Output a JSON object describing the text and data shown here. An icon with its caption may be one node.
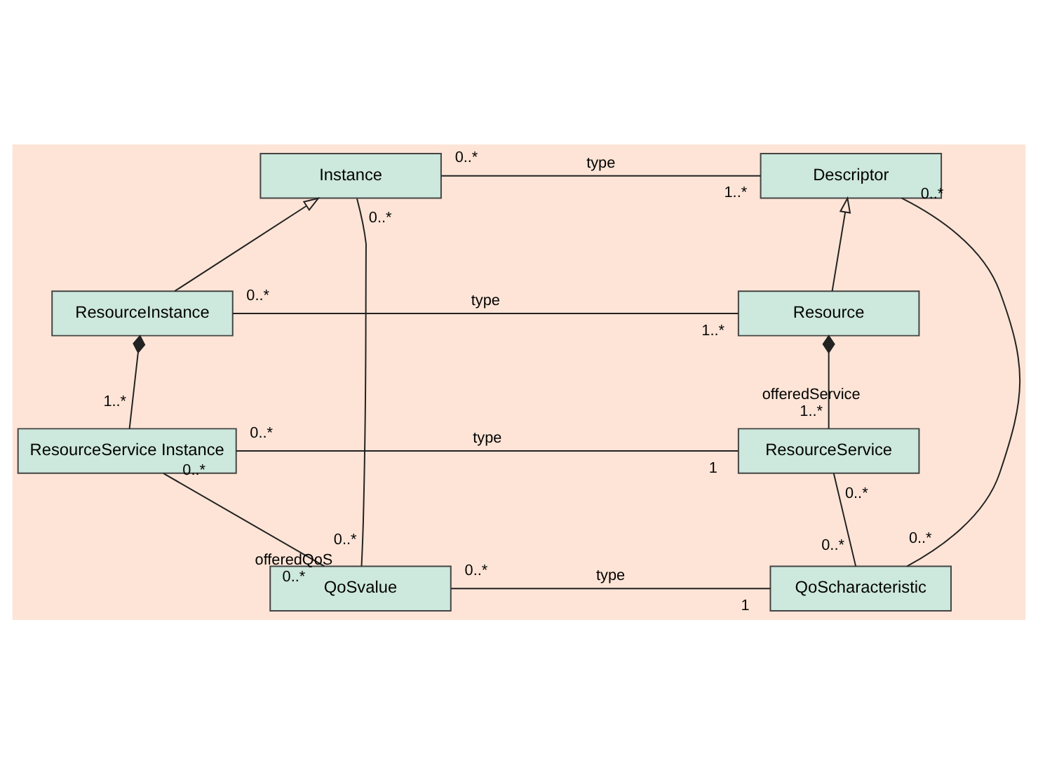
{
  "diagram": {
    "nodes": [
      {
        "text": [
          "Instance"
        ]
      },
      {
        "text": [
          "Descriptor"
        ]
      },
      {
        "text": [
          "ResourceInstance"
        ]
      },
      {
        "text": [
          "Resource"
        ]
      },
      {
        "text": [
          "ResourceService Instance"
        ]
      },
      {
        "text": [
          "ResourceService"
        ]
      },
      {
        "text": [
          "QoSvalue"
        ]
      },
      {
        "text": [
          "QoScharacteristic"
        ]
      }
    ],
    "edges": [
      {
        "from": 0,
        "to": 1,
        "arrow": "none",
        "label": "type"
      },
      {
        "from": 2,
        "to": 0,
        "arrow": "to"
      },
      {
        "from": 3,
        "to": 1,
        "arrow": "to"
      },
      {
        "from": 2,
        "to": 3,
        "arrow": "none",
        "label": "type"
      },
      {
        "from": 4,
        "to": 2,
        "arrow": "other"
      },
      {
        "from": 5,
        "to": 3,
        "arrow": "other"
      },
      {
        "from": 4,
        "to": 5,
        "arrow": "none",
        "label": "type"
      },
      {
        "from": 4,
        "to": 6,
        "arrow": "none"
      },
      {
        "from": 5,
        "to": 7,
        "arrow": "none"
      },
      {
        "from": 6,
        "to": 7,
        "arrow": "none",
        "label": "type"
      },
      {
        "from": 0,
        "to": 6,
        "arrow": "none"
      },
      {
        "from": 1,
        "to": 7,
        "arrow": "none"
      }
    ],
    "labels": [
      "0..*",
      "0..*",
      "0..*",
      "1..*",
      "0..*",
      "1..*",
      "1..*",
      "offeredService",
      "1..*",
      "0..*",
      "1",
      "0..*",
      "0..*",
      "offeredQoS",
      "0..*",
      "0..*",
      "0..*",
      "0..*",
      "1",
      "0..*"
    ]
  }
}
